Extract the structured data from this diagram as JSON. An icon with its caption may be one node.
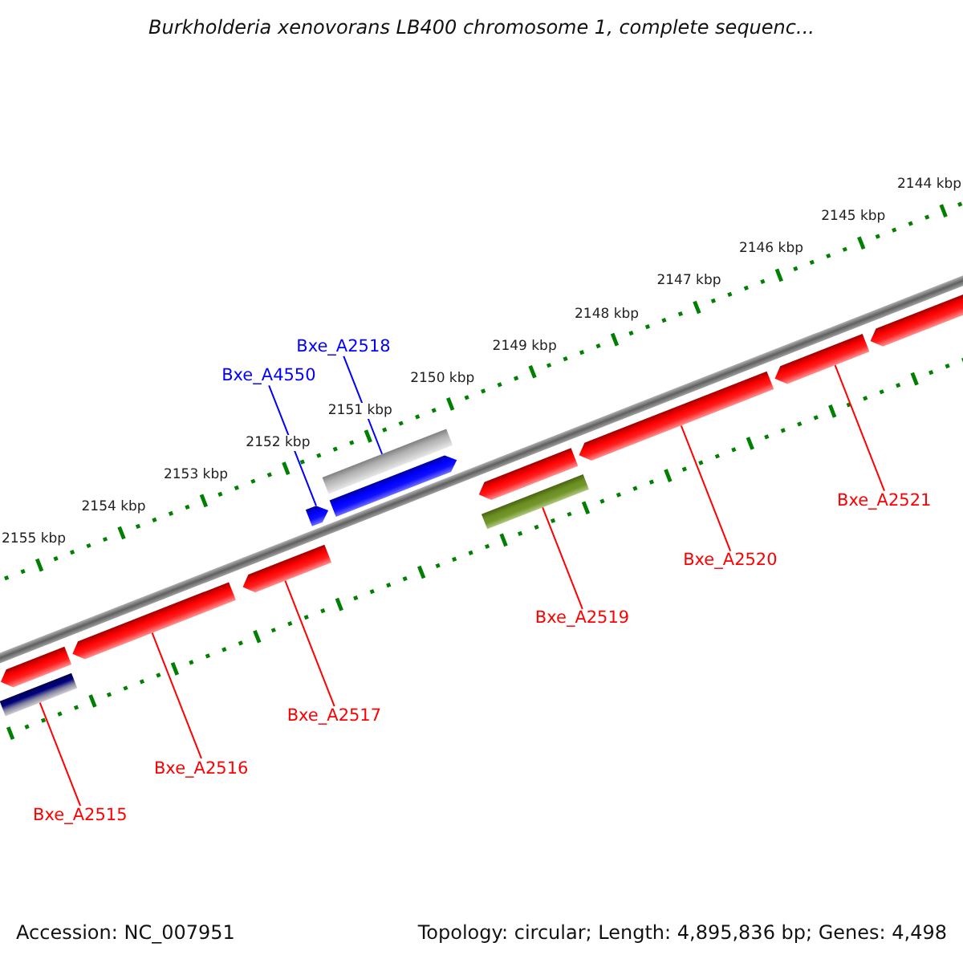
{
  "diagram": {
    "title": "Burkholderia xenovorans LB400 chromosome 1, complete sequenc...",
    "nodes": [
      {
        "text": [
          "Bxe_A2518"
        ]
      },
      {
        "text": [
          "Bxe_A4550"
        ]
      },
      {
        "text": [],
        "shape": "bar"
      },
      {
        "text": [],
        "shape": "arrow"
      },
      {
        "text": [],
        "shape": "arrow"
      },
      {
        "text": [],
        "shape": "arrow"
      },
      {
        "text": [],
        "shape": "arrow"
      },
      {
        "text": [],
        "shape": "arrow"
      },
      {
        "text": [],
        "shape": "arrow"
      },
      {
        "text": [],
        "shape": "arrow"
      },
      {
        "text": [],
        "shape": "arrow"
      },
      {
        "text": [],
        "shape": "arrow"
      },
      {
        "text": [],
        "shape": "bar"
      },
      {
        "text": [],
        "shape": "bar"
      },
      {
        "text": [
          "Bxe_A2515"
        ]
      },
      {
        "text": [
          "Bxe_A2516"
        ]
      },
      {
        "text": [
          "Bxe_A2517"
        ]
      },
      {
        "text": [
          "Bxe_A2519"
        ]
      },
      {
        "text": [
          "Bxe_A2520"
        ]
      },
      {
        "text": [
          "Bxe_A2521"
        ]
      }
    ],
    "edges": [
      {
        "from": 0,
        "to": 2,
        "arrow": "none",
        "color": "#0000ff"
      },
      {
        "from": 1,
        "to": 3,
        "arrow": "none",
        "color": "#0000ff"
      },
      {
        "from": 14,
        "to": 12,
        "arrow": "none"
      },
      {
        "from": 15,
        "to": 6,
        "arrow": "none"
      },
      {
        "from": 16,
        "to": 7,
        "arrow": "none"
      },
      {
        "from": 17,
        "to": 13,
        "arrow": "none"
      },
      {
        "from": 18,
        "to": 9,
        "arrow": "none"
      },
      {
        "from": 19,
        "to": 10,
        "arrow": "none"
      }
    ],
    "labels": [
      "2155 kbp",
      "2154 kbp",
      "2153 kbp",
      "2152 kbp",
      "2151 kbp",
      "2150 kbp",
      "2149 kbp",
      "2148 kbp",
      "2147 kbp",
      "2146 kbp",
      "2145 kbp",
      "2144 kbp",
      "Accession: NC_007951",
      "Topology: circular; Length: 4,895,836 bp; Genes: 4,498"
    ]
  }
}
